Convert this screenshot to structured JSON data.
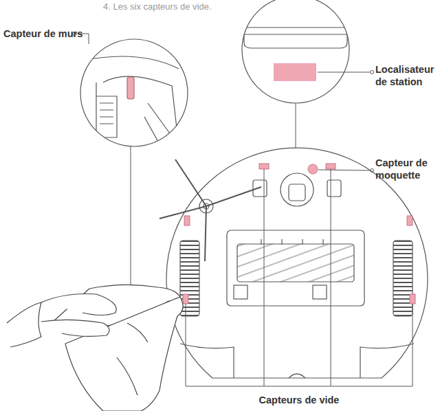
{
  "diagram": {
    "labels": [
      "4. Les six capteurs de vide.",
      "Capteur de murs",
      "Localisateur de station",
      "Capteur de moquette",
      "Capteurs de vide"
    ]
  }
}
